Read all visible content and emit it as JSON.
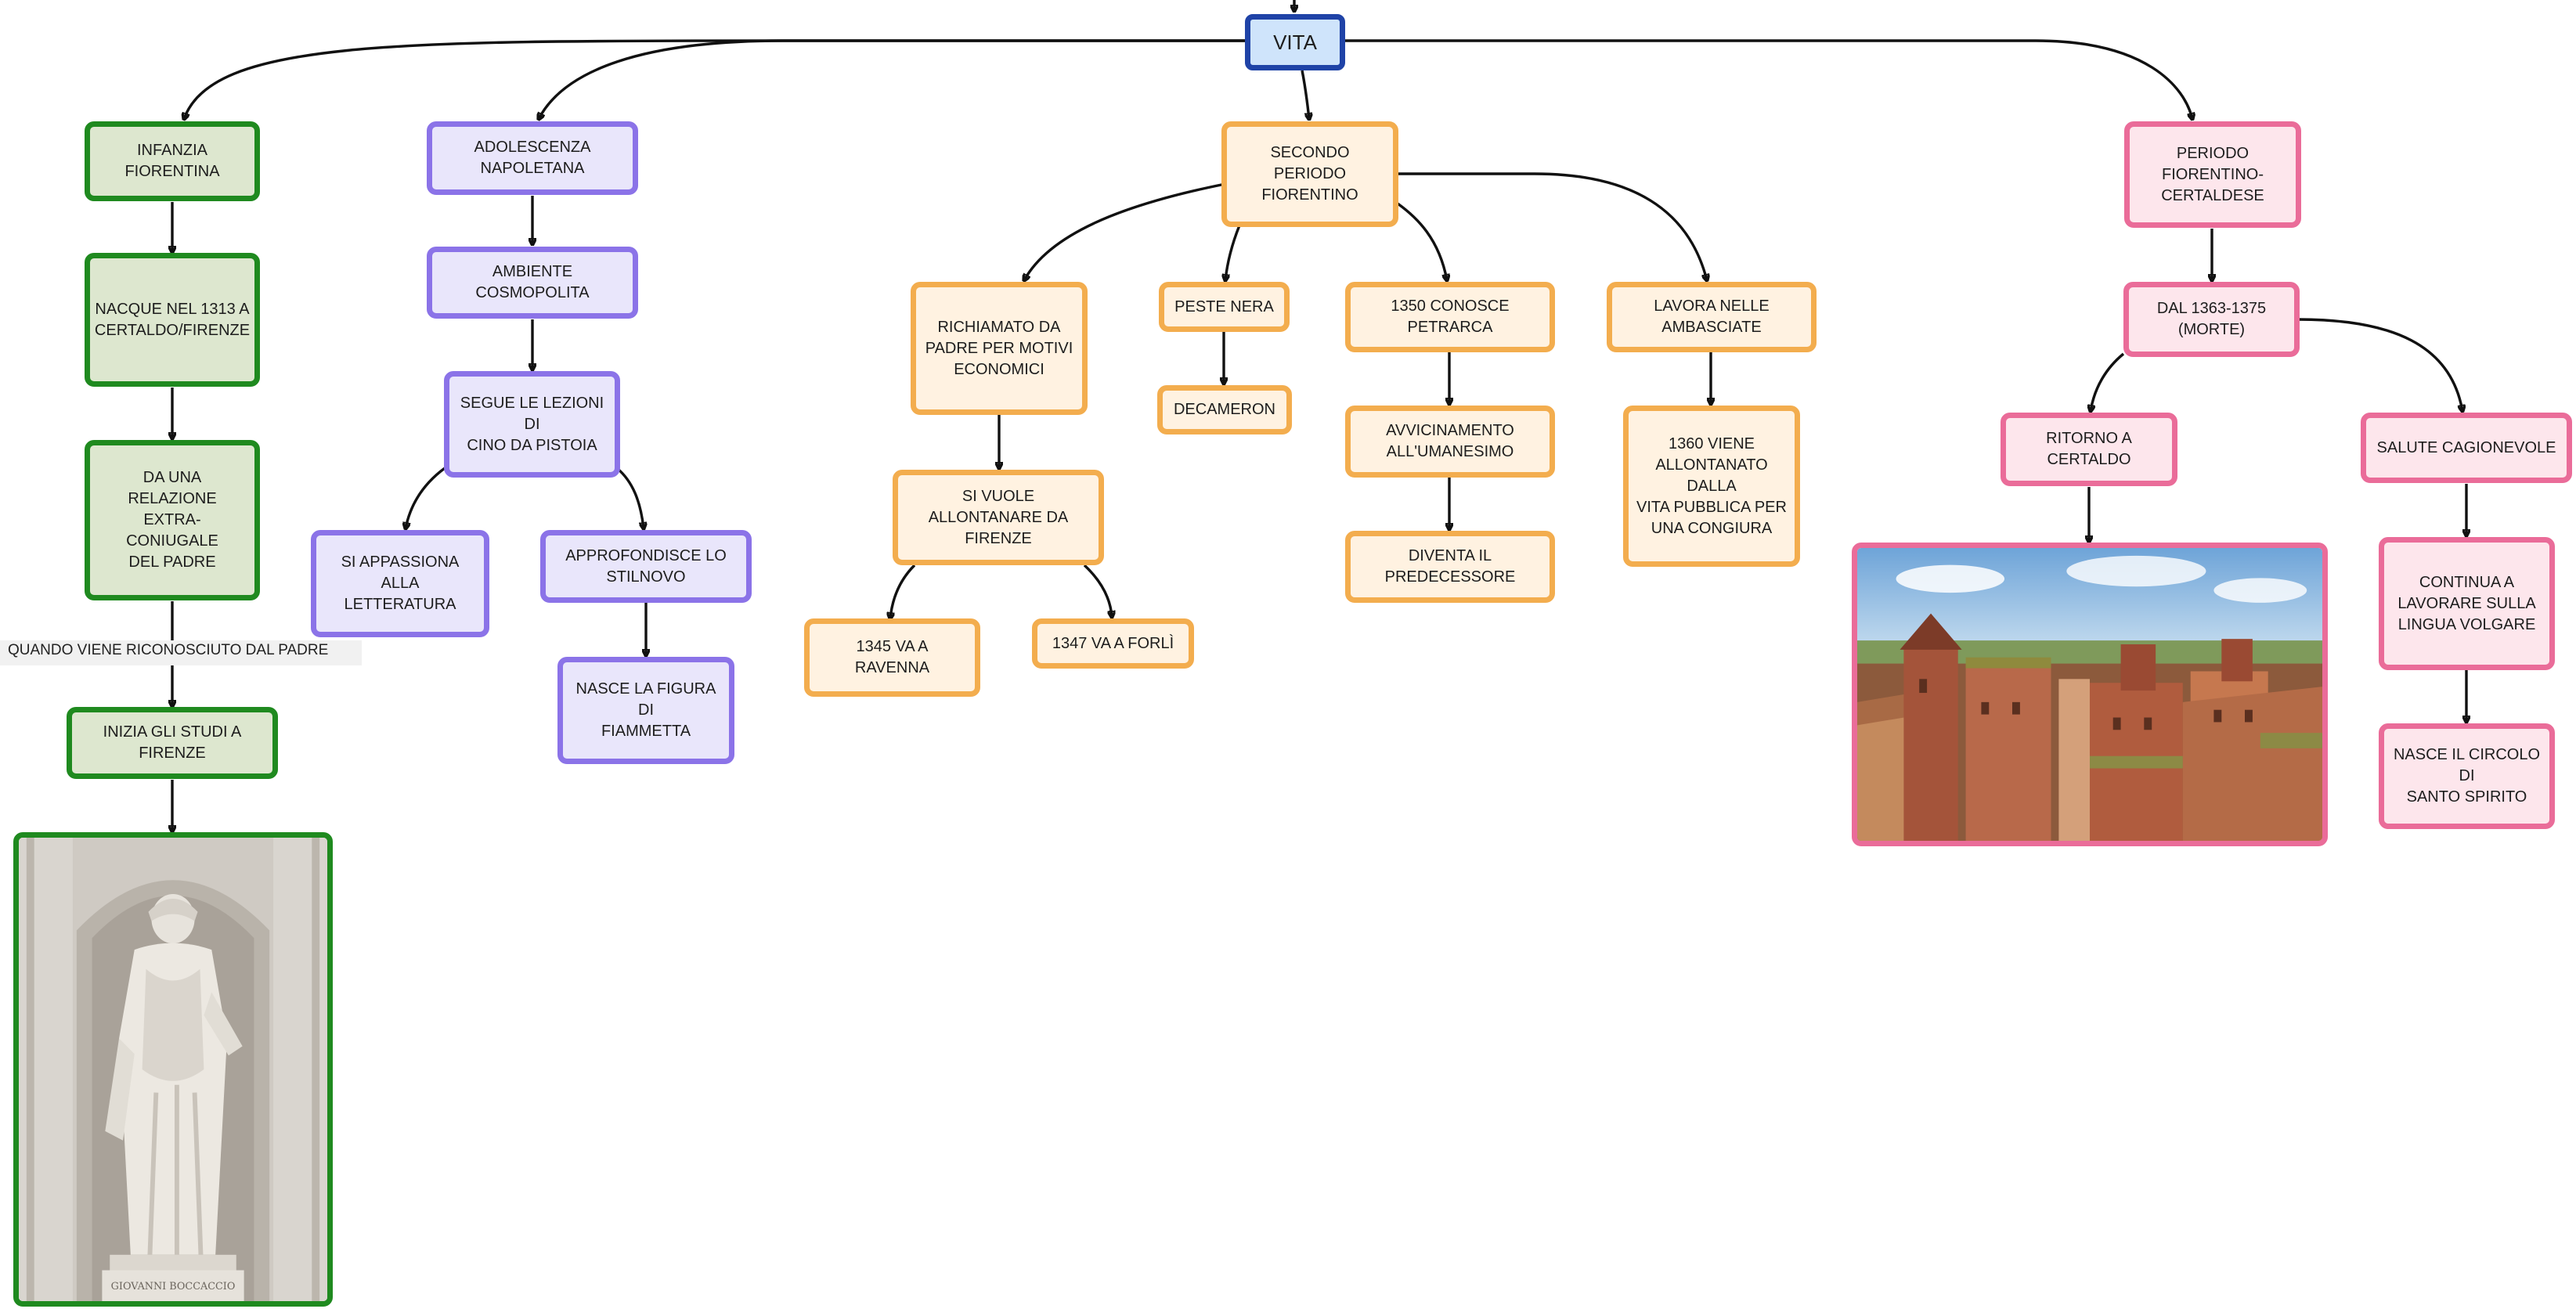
{
  "root": {
    "label": "VITA"
  },
  "infanzia": {
    "title": "INFANZIA FIORENTINA",
    "items": [
      "NACQUE NEL 1313 A\nCERTALDO/FIRENZE",
      "DA UNA RELAZIONE\nEXTRA-CONIUGALE\nDEL PADRE"
    ],
    "edge_label": "QUANDO VIENE RICONOSCIUTO DAL PADRE",
    "studies": "INIZIA GLI STUDI A FIRENZE",
    "statue_caption": "GIOVANNI BOCCACCIO"
  },
  "adolescenza": {
    "title": "ADOLESCENZA\nNAPOLETANA",
    "ambiente": "AMBIENTE COSMOPOLITA",
    "lezioni": "SEGUE LE LEZIONI DI\nCINO DA PISTOIA",
    "letteratura": "SI APPASSIONA ALLA\nLETTERATURA",
    "stilnovo": "APPROFONDISCE LO\nSTILNOVO",
    "fiammetta": "NASCE LA FIGURA DI\nFIAMMETTA"
  },
  "secondo": {
    "title": "SECONDO PERIODO\nFIORENTINO",
    "richiamato": "RICHIAMATO DA\nPADRE PER MOTIVI\nECONOMICI",
    "allontanare": "SI VUOLE ALLONTANARE DA\nFIRENZE",
    "ravenna": "1345 VA A RAVENNA",
    "forli": "1347 VA A FORLÌ",
    "peste": "PESTE NERA",
    "decameron": "DECAMERON",
    "petrarca": "1350 CONOSCE PETRARCA",
    "umanesimo": "AVVICINAMENTO\nALL'UMANESIMO",
    "predecessore": "DIVENTA IL PREDECESSORE",
    "ambasciate": "LAVORA NELLE\nAMBASCIATE",
    "congiura": "1360 VIENE\nALLONTANATO DALLA\nVITA PUBBLICA PER\nUNA CONGIURA"
  },
  "periodo": {
    "title": "PERIODO\nFIORENTINO-\nCERTALDESE",
    "dates": "DAL 1363-1375\n(MORTE)",
    "ritorno": "RITORNO A CERTALDO",
    "salute": "SALUTE CAGIONEVOLE",
    "volgare": "CONTINUA A\nLAVORARE SULLA\nLINGUA VOLGARE",
    "circolo": "NASCE IL CIRCOLO DI\nSANTO SPIRITO"
  },
  "colors": {
    "root": "#1f43a7",
    "infanzia": "#1f8a1f",
    "adolescenza": "#8b73e8",
    "secondo": "#f3ad4e",
    "periodo": "#ea6c99"
  }
}
